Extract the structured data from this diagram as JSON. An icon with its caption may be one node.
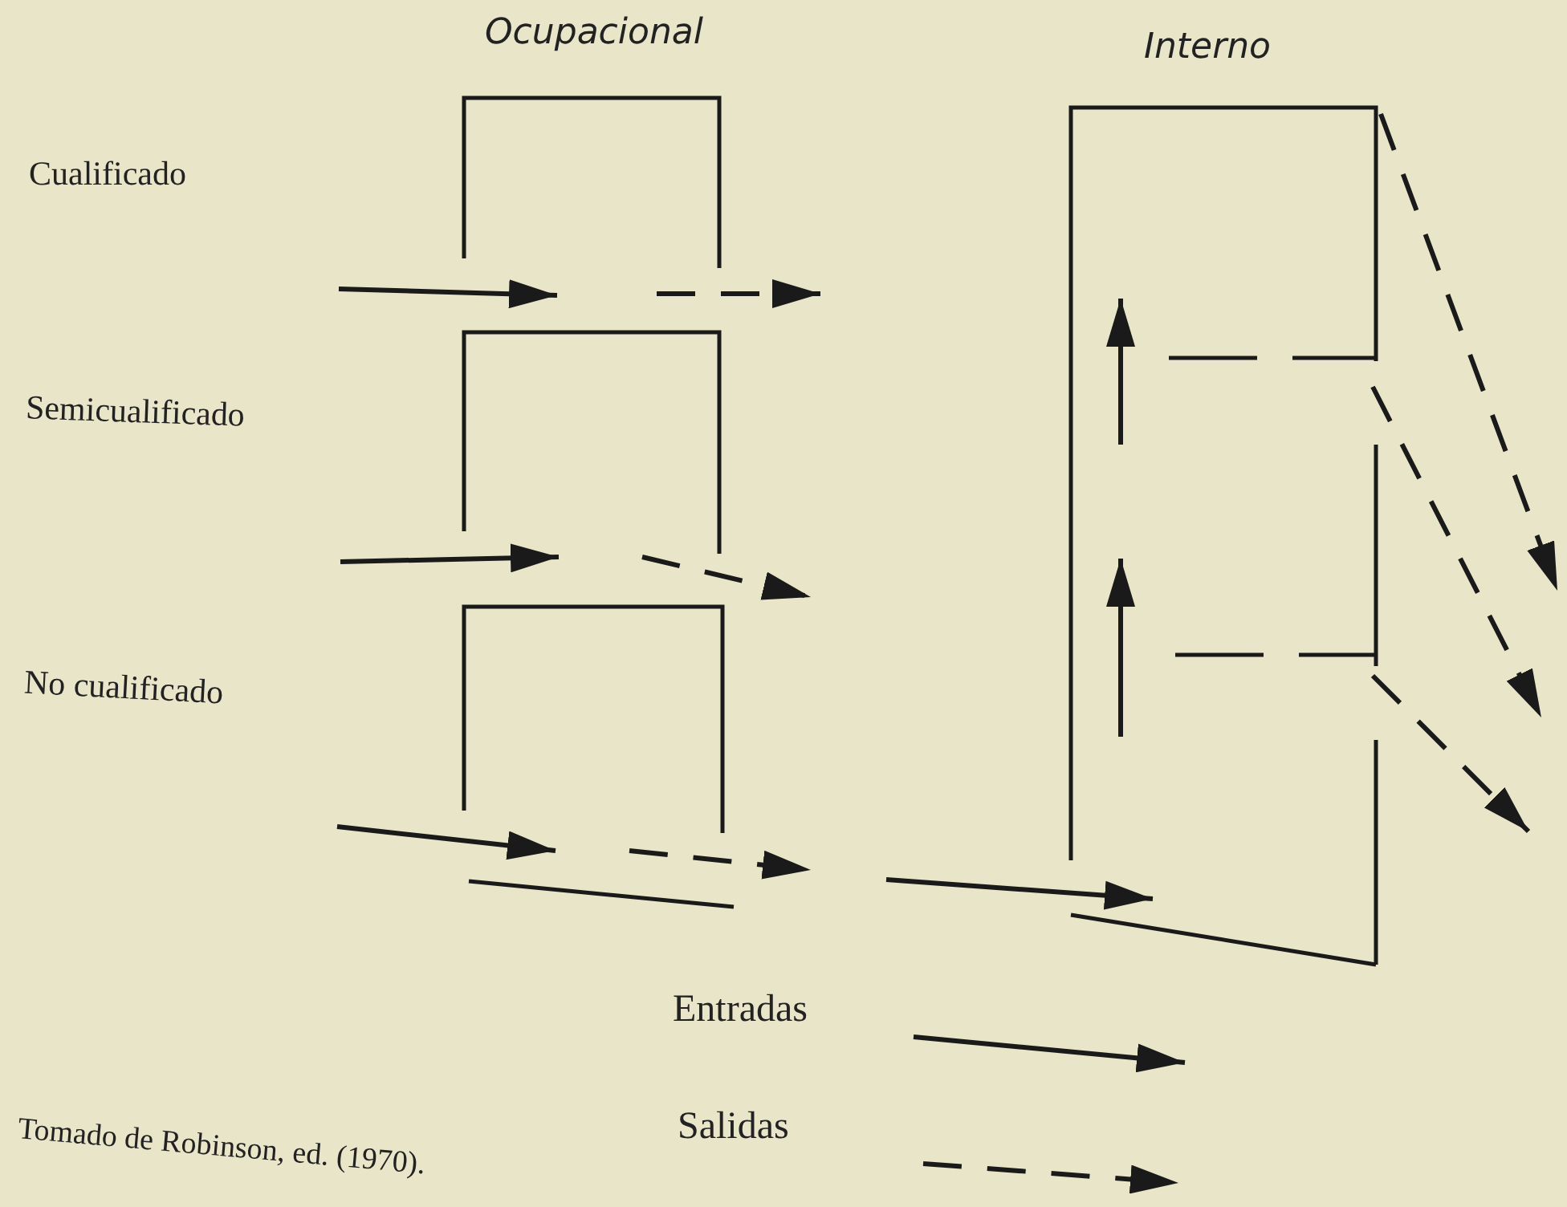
{
  "diagram": {
    "caption": "Tomado de Robinson, ed. (1970).",
    "nodes": [
      {
        "text": [],
        "shape": "box"
      },
      {
        "text": [],
        "shape": "box"
      },
      {
        "text": [],
        "shape": "box"
      },
      {
        "text": [],
        "shape": "box"
      },
      {
        "text": [],
        "shape": "box",
        "in": 3
      },
      {
        "text": [],
        "shape": "box",
        "in": 3
      },
      {
        "text": [],
        "shape": "box",
        "in": 3
      }
    ],
    "edges": [
      {
        "from": null,
        "to": 0,
        "arrow": "to"
      },
      {
        "from": 0,
        "to": null,
        "arrow": "to",
        "style": "dashed"
      },
      {
        "from": null,
        "to": 1,
        "arrow": "to"
      },
      {
        "from": 1,
        "to": null,
        "arrow": "to",
        "style": "dashed"
      },
      {
        "from": null,
        "to": 2,
        "arrow": "to"
      },
      {
        "from": 2,
        "to": null,
        "arrow": "to",
        "style": "dashed"
      },
      {
        "from": null,
        "to": 6,
        "arrow": "to"
      },
      {
        "from": 6,
        "to": 5,
        "arrow": "to"
      },
      {
        "from": 5,
        "to": 4,
        "arrow": "to"
      },
      {
        "from": 4,
        "to": null,
        "arrow": "to",
        "style": "dashed"
      },
      {
        "from": 5,
        "to": null,
        "arrow": "to",
        "style": "dashed"
      },
      {
        "from": 6,
        "to": null,
        "arrow": "to",
        "style": "dashed"
      }
    ],
    "labels": [
      "Ocupacional",
      "Interno",
      "Cualificado",
      "Semicualificado",
      "No cualificado"
    ],
    "legend": [
      {
        "text": "Entradas"
      },
      {
        "text": "Salidas"
      }
    ]
  }
}
